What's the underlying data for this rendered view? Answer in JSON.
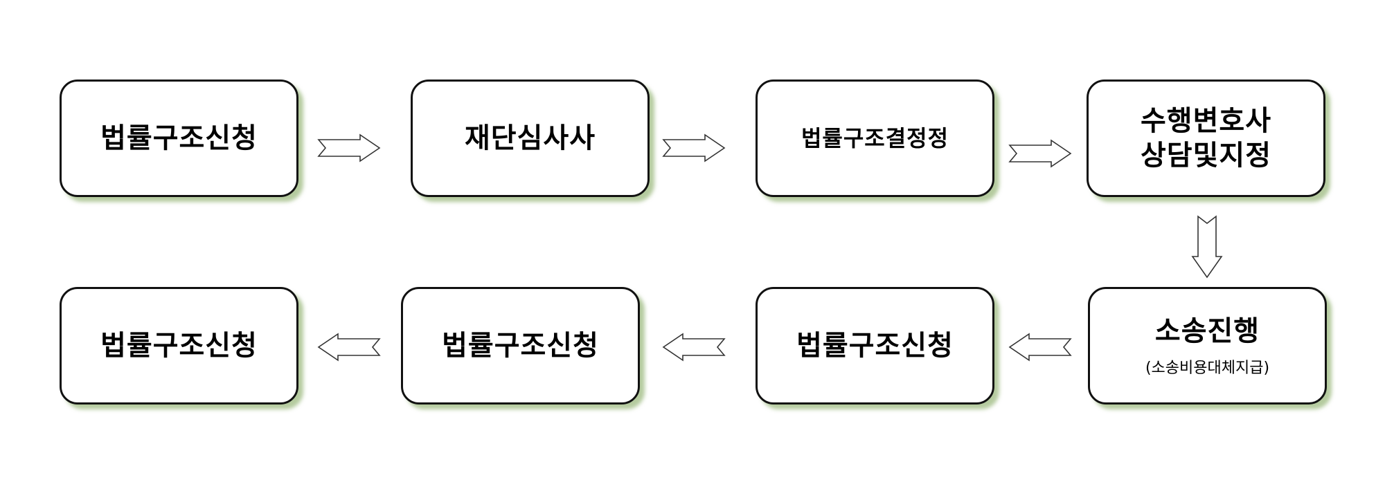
{
  "steps": [
    {
      "id": "step-1",
      "label": "법률구조신청"
    },
    {
      "id": "step-2",
      "label": "재단심사사"
    },
    {
      "id": "step-3",
      "label": "법률구조결정정"
    },
    {
      "id": "step-4",
      "label_line1": "수행변호사",
      "label_line2": "상담및지정"
    },
    {
      "id": "step-5",
      "label": "소송진행",
      "sub": "(소송비용대체지급)"
    },
    {
      "id": "step-6",
      "label": "법률구조신청"
    },
    {
      "id": "step-7",
      "label": "법률구조신청"
    },
    {
      "id": "step-8",
      "label": "법률구조신청"
    }
  ],
  "colors": {
    "box_border": "#111111",
    "shadow": "#a3c08a",
    "arrow_stroke": "#333333",
    "arrow_fill": "#ffffff"
  }
}
